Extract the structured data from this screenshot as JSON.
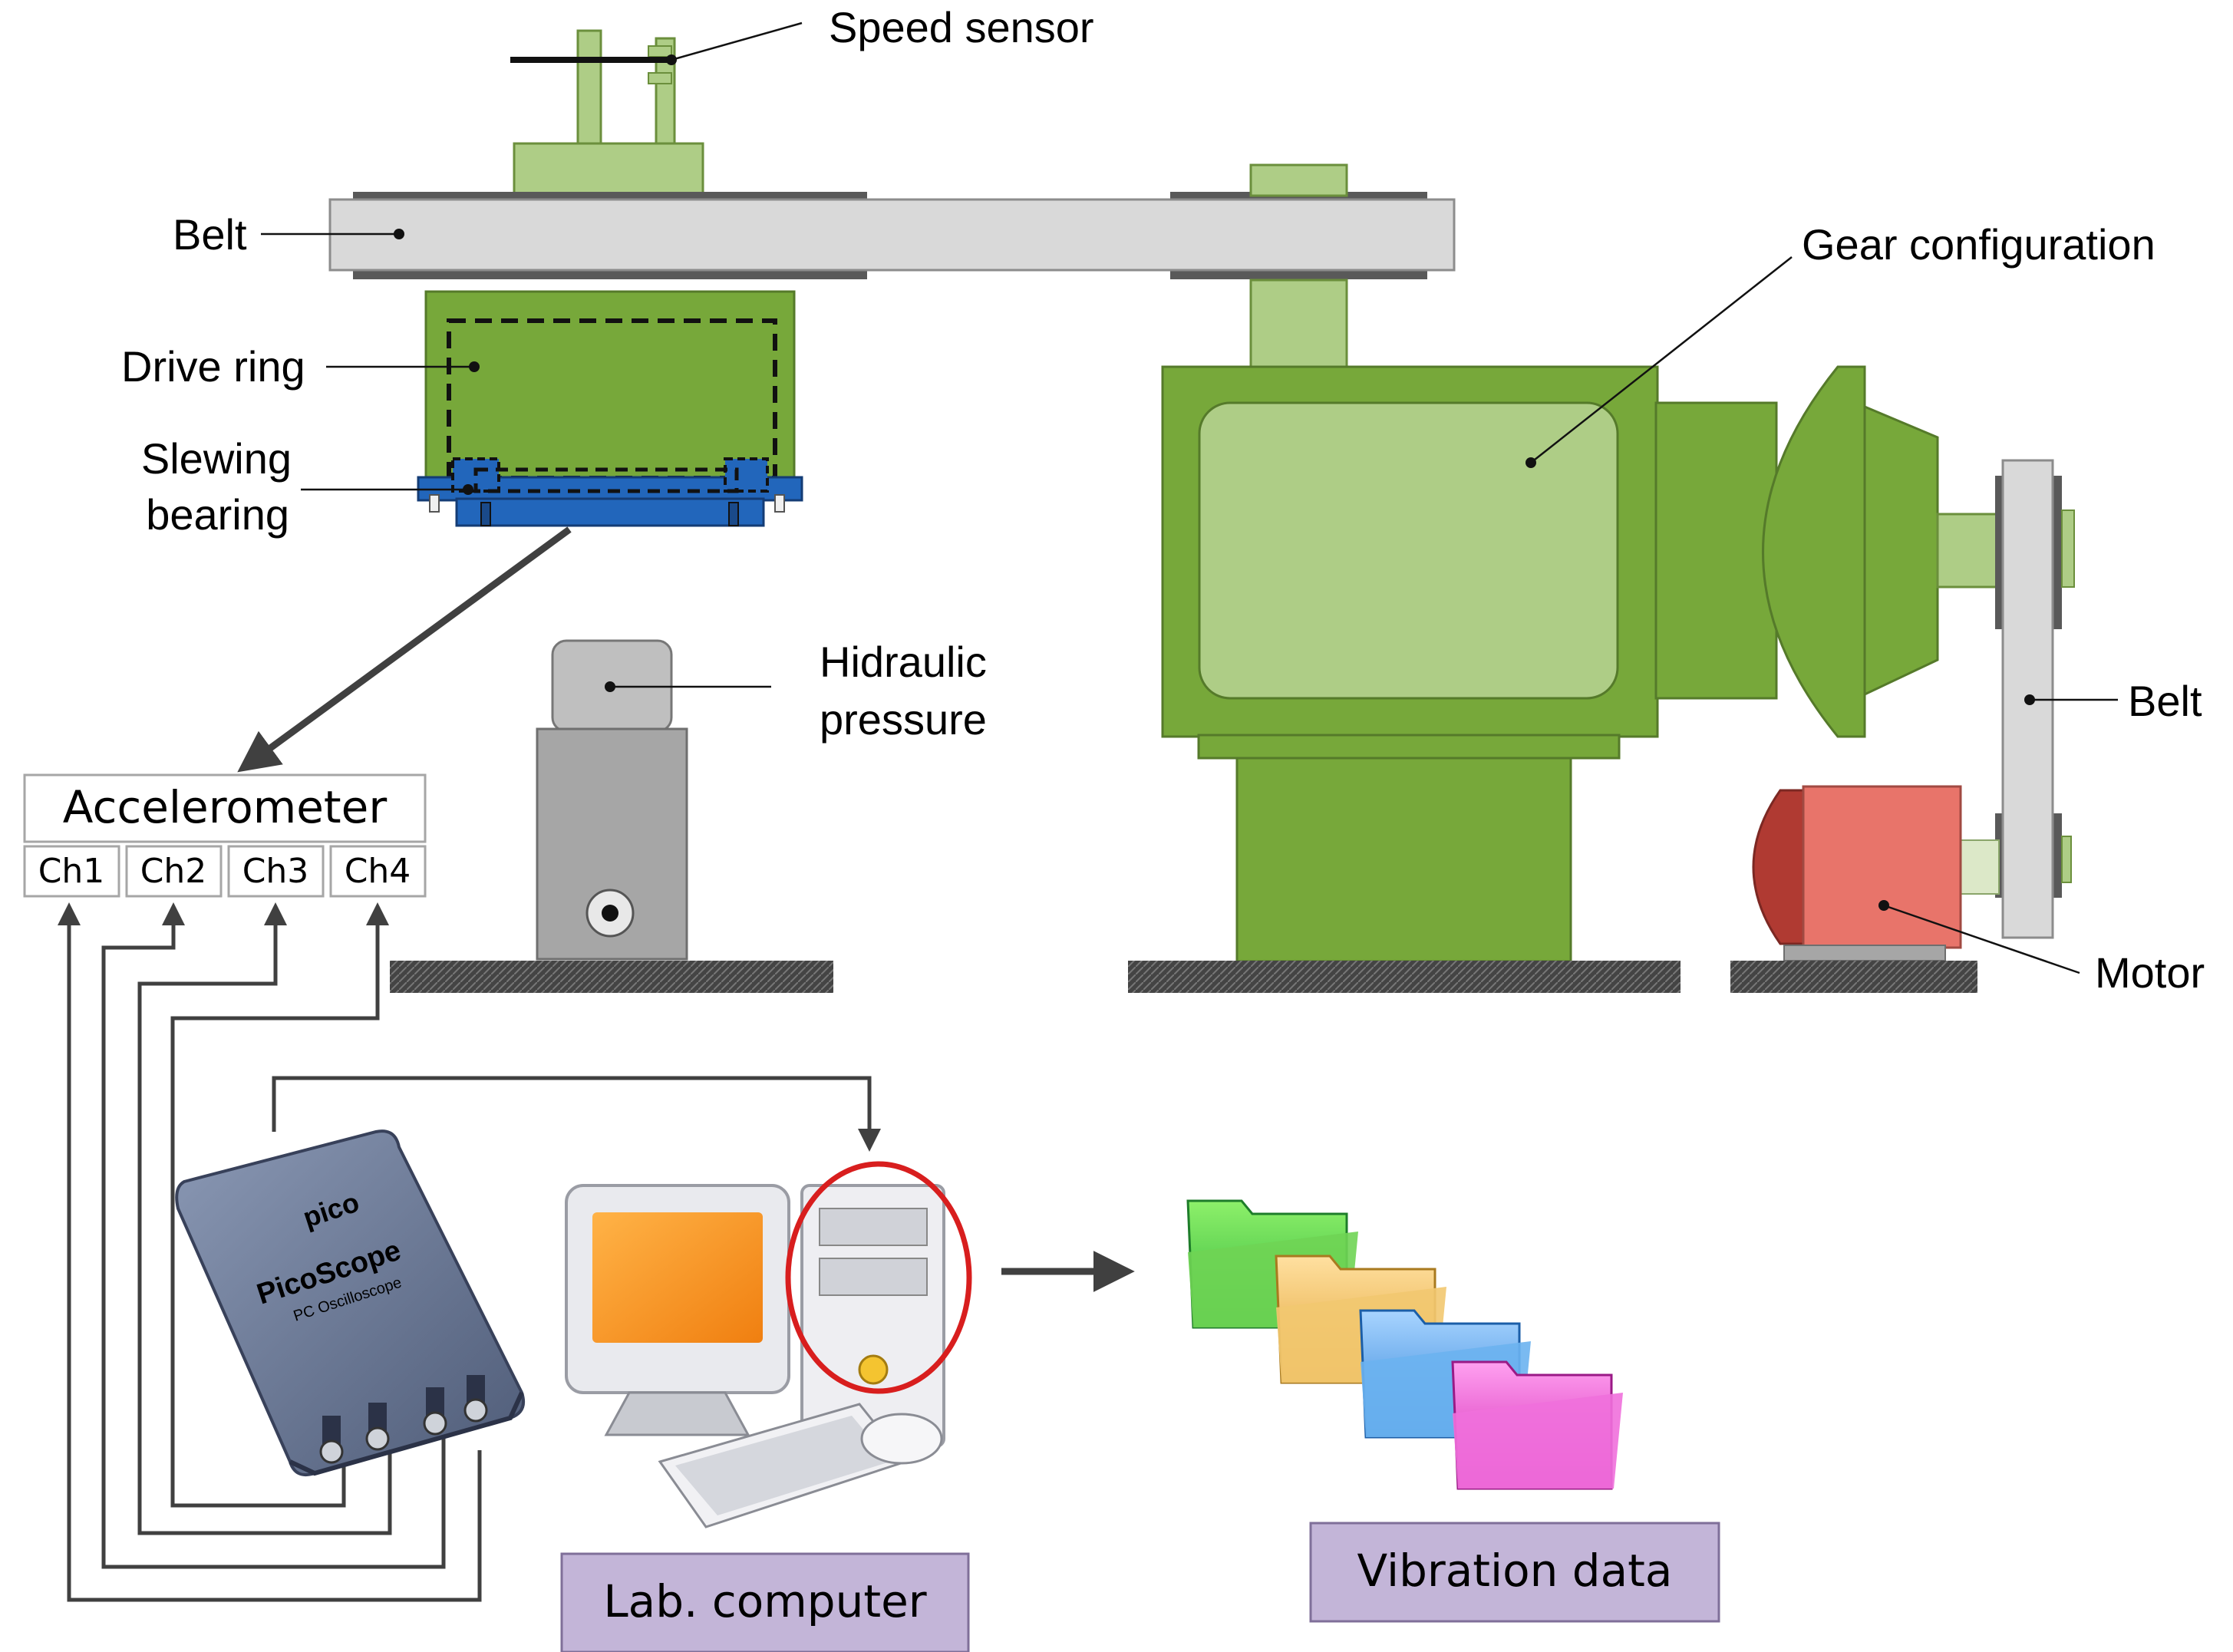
{
  "labels": {
    "speed_sensor": "Speed sensor",
    "belt_top": "Belt",
    "drive_ring": "Drive ring",
    "slewing_bearing_line1": "Slewing",
    "slewing_bearing_line2": "bearing",
    "hydraulic_line1": "Hidraulic",
    "hydraulic_line2": "pressure",
    "gear_configuration": "Gear configuration",
    "belt_right": "Belt",
    "motor": "Motor"
  },
  "accelerometer": {
    "title": "Accelerometer",
    "channels": [
      "Ch1",
      "Ch2",
      "Ch3",
      "Ch4"
    ]
  },
  "picoscope": {
    "brand": "pico",
    "model": "PicoScope",
    "subtitle": "PC Oscilloscope"
  },
  "boxes": {
    "lab_computer": "Lab. computer",
    "vibration_data": "Vibration data"
  },
  "colors": {
    "green_dark": "#77a83a",
    "green_light": "#aecd86",
    "bearing_blue": "#2266bb",
    "motor_red": "#e8746a",
    "motor_dark_red": "#b03a32",
    "belt_gray": "#d9d9d9",
    "caption_box": "#c3b5d8",
    "highlight_red": "#d81e1e"
  }
}
